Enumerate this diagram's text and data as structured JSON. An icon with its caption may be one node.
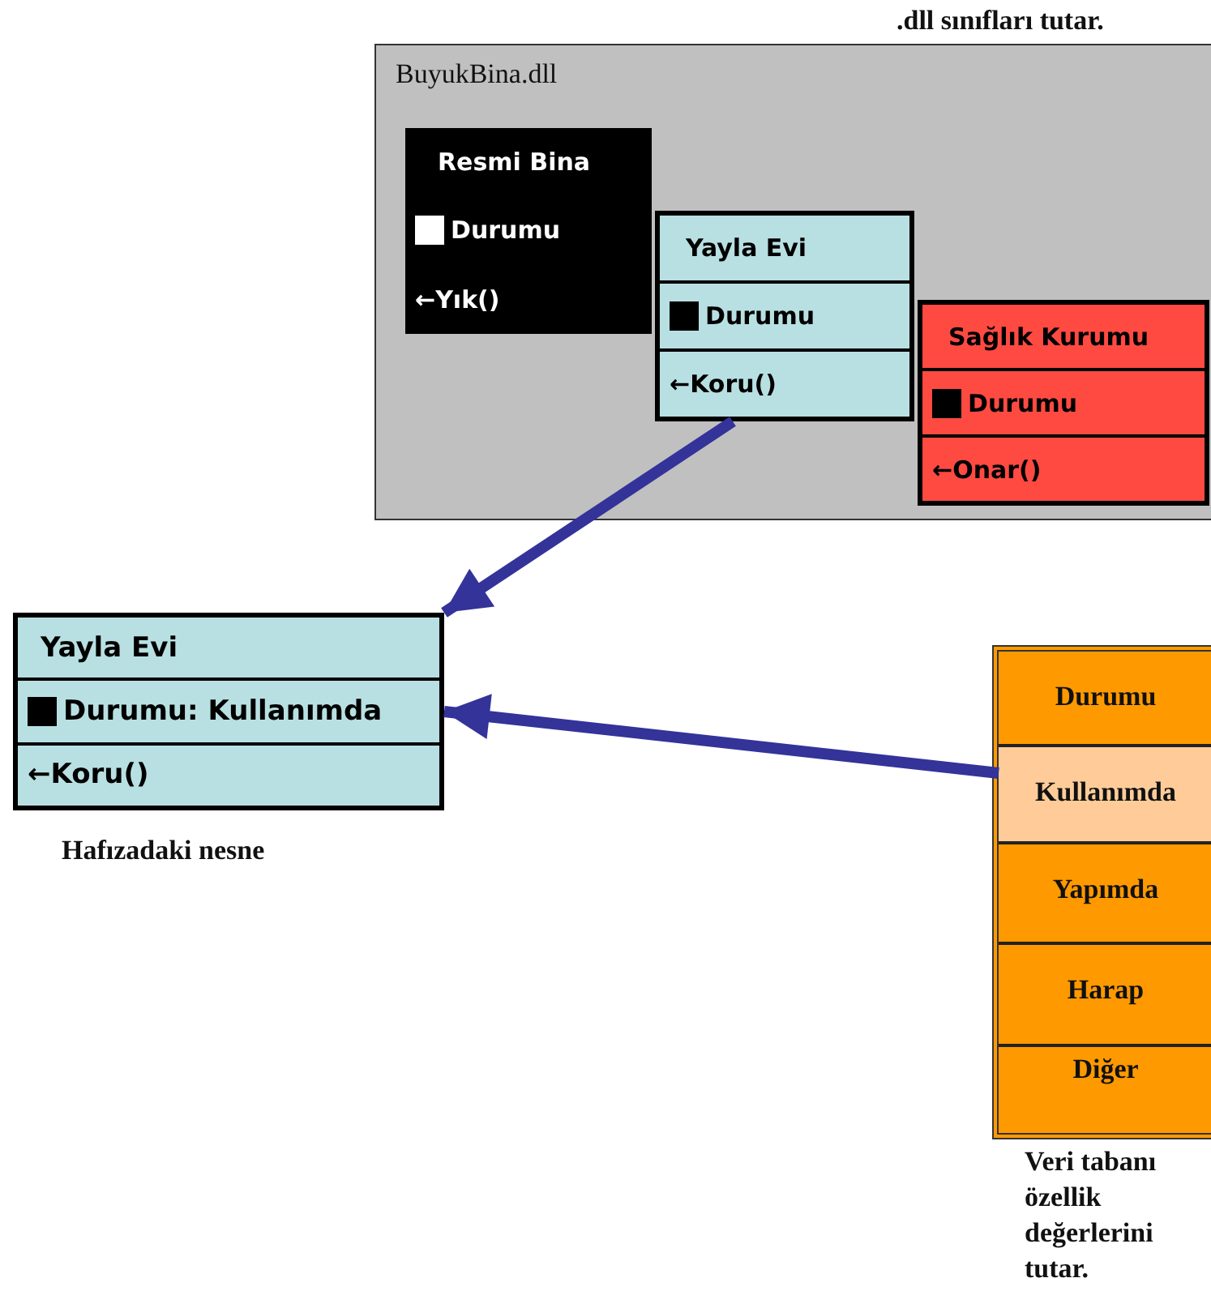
{
  "diagram": {
    "nodes": [
      {
        "text": [
          "BuyukBina.dll"
        ],
        "beside": [
          ".dll sınıfları tutar."
        ]
      },
      {
        "text": [
          "Resmi Bina",
          "Durumu",
          "←Yık()"
        ],
        "in": 0
      },
      {
        "text": [
          "Yayla Evi",
          "Durumu",
          "←Koru()"
        ],
        "in": 0
      },
      {
        "text": [
          "Sağlık Kurumu",
          "Durumu",
          "←Onar()"
        ],
        "in": 0
      },
      {
        "text": [
          "Yayla Evi",
          "Durumu: Kullanımda",
          "←Koru()"
        ],
        "beside": [
          "Hafızadaki nesne"
        ]
      },
      {
        "text": [],
        "shape": "box",
        "beside": [
          "Veri tabanı özellik değerlerini tutar."
        ]
      },
      {
        "text": [
          "Durumu"
        ],
        "in": 5
      },
      {
        "text": [
          "Kullanımda"
        ],
        "in": 5
      },
      {
        "text": [
          "Yapımda"
        ],
        "in": 5
      },
      {
        "text": [
          "Harap"
        ],
        "in": 5
      },
      {
        "text": [
          "Diğer"
        ],
        "in": 5
      }
    ],
    "edges": [
      {
        "from": 2,
        "to": 4,
        "arrow": "to"
      },
      {
        "from": 7,
        "to": 4,
        "arrow": "to"
      }
    ]
  }
}
